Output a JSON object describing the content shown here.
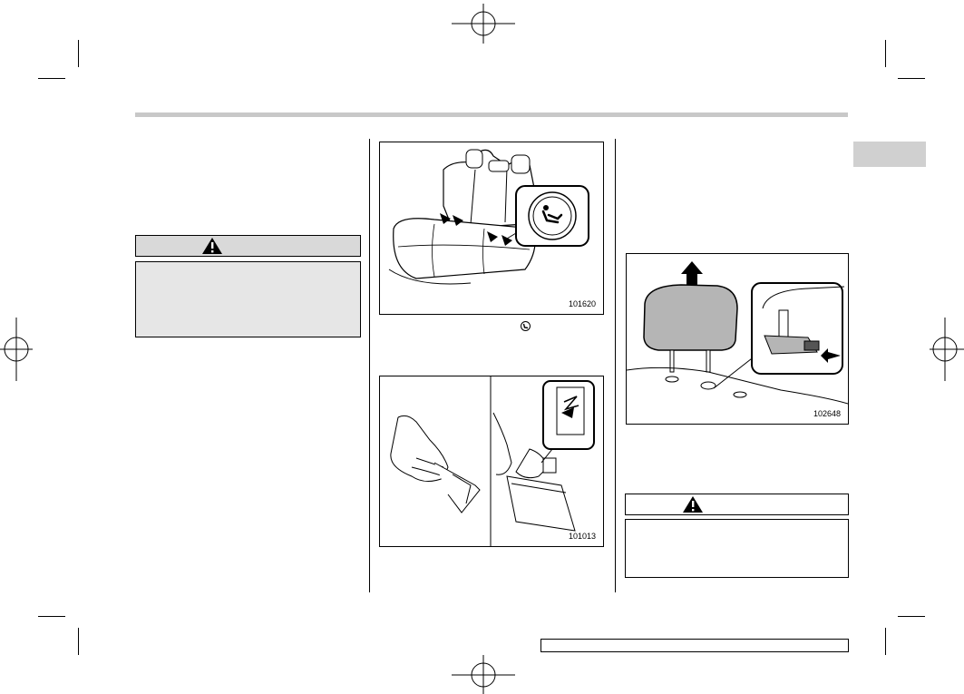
{
  "figures": {
    "rear_seat_anchor": {
      "code": "101620"
    },
    "seat_cushion_flap": {
      "code": "101013"
    },
    "head_restraint": {
      "code": "102648"
    }
  },
  "icons": {
    "warning_icon": "warning-triangle-icon",
    "child_seat_anchor_icon": "child-seat-anchor-icon"
  },
  "colors": {
    "header_bar": "#c8c8c8",
    "side_tab": "#d0d0d0",
    "warning_fill": "#e6e6e6",
    "warning_header": "#d9d9d9",
    "headrest_fill": "#b5b5b5"
  }
}
